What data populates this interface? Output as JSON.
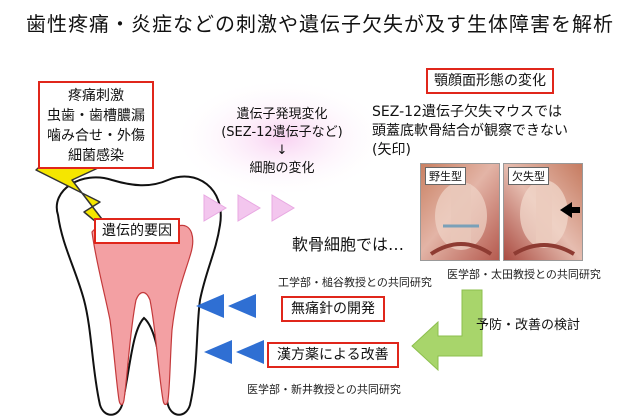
{
  "title": "歯性疼痛・炎症などの刺激や遺伝子欠失が及す生体障害を解析",
  "pain_factors": {
    "heading": "疼痛刺激",
    "items": [
      "虫歯・歯槽膿漏",
      "噛み合せ・外傷",
      "細菌感染"
    ]
  },
  "genetic_factor": "遺伝的要因",
  "gene_change": {
    "line1": "遺伝子発現変化",
    "line2": "(SEZ-12遺伝子など)",
    "arrow": "↓",
    "line3": "細胞の変化"
  },
  "cartilage_text": "軟骨細胞では…",
  "craniofacial": {
    "label": "顎顔面形態の変化",
    "desc_line1": "SEZ-12遺伝子欠失マウスでは",
    "desc_line2": "頭蓋底軟骨結合が観察できない",
    "desc_line3": "(矢印)",
    "photo_wt_label": "野生型",
    "photo_ko_label": "欠失型",
    "collab": "医学部・太田教授との共同研究"
  },
  "painless_needle": {
    "label": "無痛針の開発",
    "collab": "工学部・槌谷教授との共同研究"
  },
  "kampo": {
    "label": "漢方薬による改善",
    "collab": "医学部・新井教授との共同研究"
  },
  "prevention_text": "予防・改善の検討",
  "colors": {
    "red_border": "#e0261b",
    "lightning": "#f5e600",
    "pink_arrow": "#f3c6ee",
    "blue_arrow": "#2f6fd3",
    "green_arrow": "#a8d56b",
    "pulp": "#f3a0a3"
  }
}
